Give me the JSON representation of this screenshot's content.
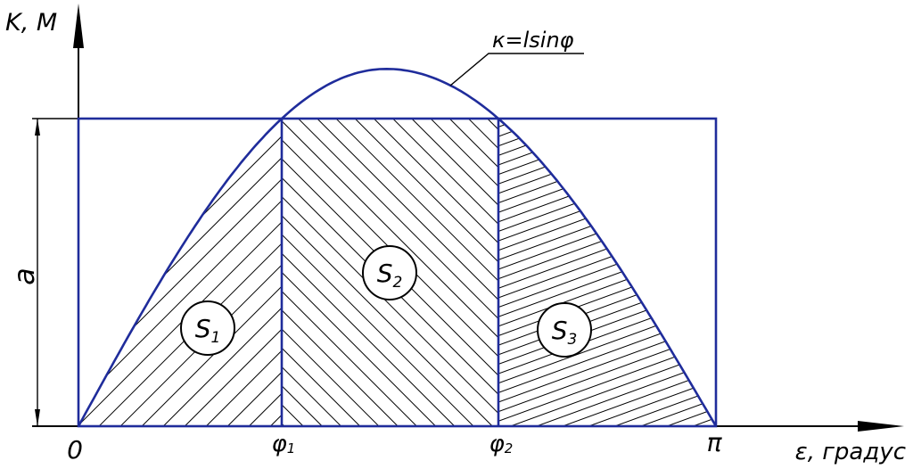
{
  "y_axis_label": "K, M",
  "x_axis_label": "ε, градус",
  "curve_label": "к=lsinφ",
  "dimension_label": "a",
  "ticks": {
    "origin": "0",
    "phi1": {
      "main": "φ",
      "sub": "1"
    },
    "phi2": {
      "main": "φ",
      "sub": "2"
    },
    "pi": "π"
  },
  "regions": [
    {
      "main": "S",
      "sub": "1"
    },
    {
      "main": "S",
      "sub": "2"
    },
    {
      "main": "S",
      "sub": "3"
    }
  ],
  "colors": {
    "outline": "#1f2c9b",
    "ink": "#000000"
  }
}
